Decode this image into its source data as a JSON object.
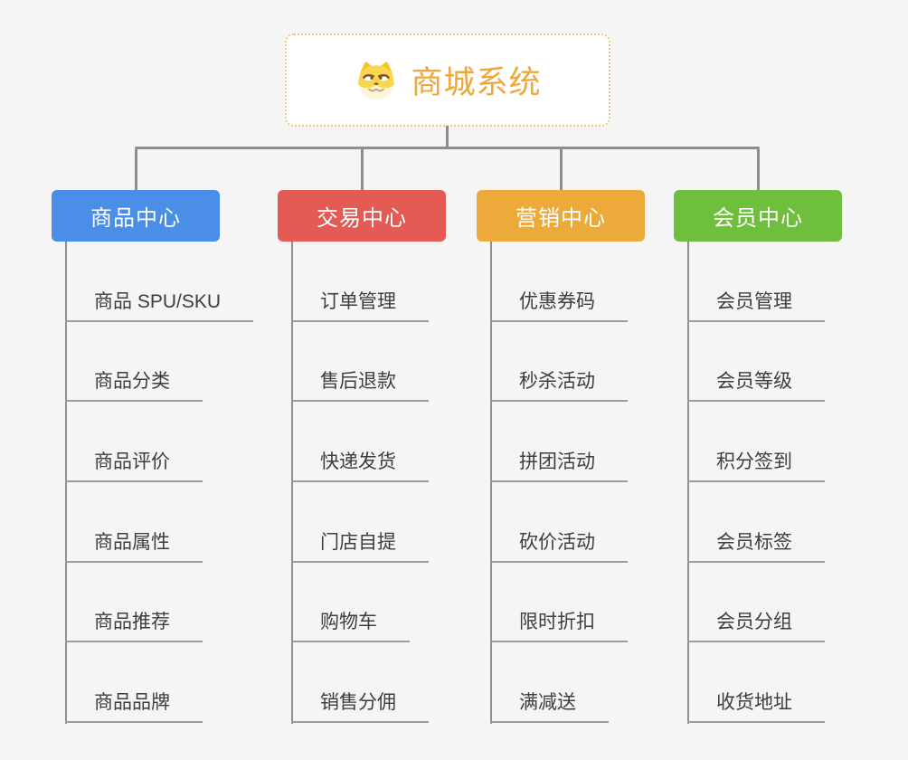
{
  "root": {
    "title": "商城系统",
    "icon": "dog-face-icon"
  },
  "colors": {
    "background": "#f5f5f5",
    "connector": "#8d8d8d",
    "trunk": "#8f8f8f",
    "underline": "#9b9b9b",
    "root_border": "#f2c57d",
    "root_text": "#efa73a",
    "child_text": "#3a3e41"
  },
  "branches": [
    {
      "label": "商品中心",
      "color": "#4a8ee8",
      "children": [
        "商品 SPU/SKU",
        "商品分类",
        "商品评价",
        "商品属性",
        "商品推荐",
        "商品品牌"
      ]
    },
    {
      "label": "交易中心",
      "color": "#e45a54",
      "children": [
        "订单管理",
        "售后退款",
        "快递发货",
        "门店自提",
        "购物车",
        "销售分佣"
      ]
    },
    {
      "label": "营销中心",
      "color": "#ecaa3b",
      "children": [
        "优惠券码",
        "秒杀活动",
        "拼团活动",
        "砍价活动",
        "限时折扣",
        "满减送"
      ]
    },
    {
      "label": "会员中心",
      "color": "#6fbf3f",
      "children": [
        "会员管理",
        "会员等级",
        "积分签到",
        "会员标签",
        "会员分组",
        "收货地址"
      ]
    }
  ]
}
